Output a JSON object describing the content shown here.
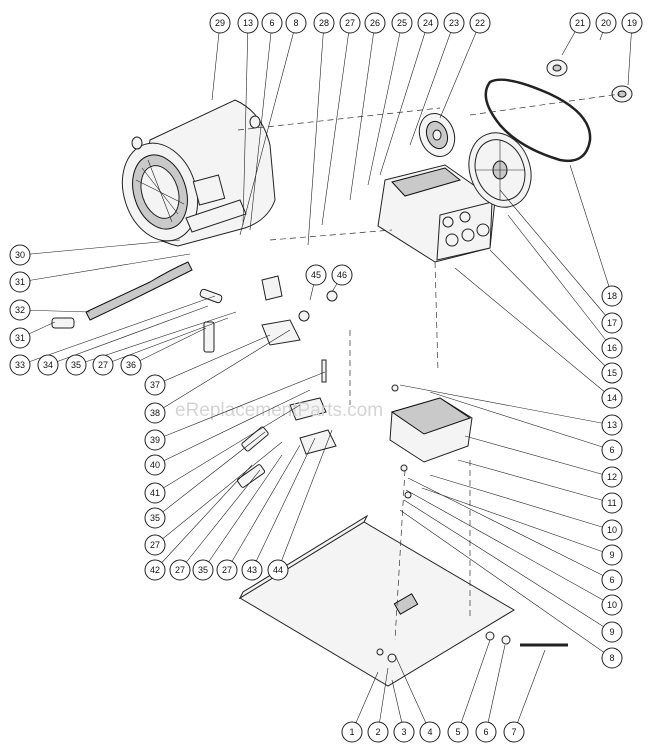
{
  "watermark": "eReplacementParts.com",
  "callouts": [
    {
      "id": "c-29a",
      "label": "29"
    },
    {
      "id": "c-13a",
      "label": "13"
    },
    {
      "id": "c-6a",
      "label": "6"
    },
    {
      "id": "c-8a",
      "label": "8"
    },
    {
      "id": "c-28",
      "label": "28"
    },
    {
      "id": "c-27a",
      "label": "27"
    },
    {
      "id": "c-26",
      "label": "26"
    },
    {
      "id": "c-25",
      "label": "25"
    },
    {
      "id": "c-24",
      "label": "24"
    },
    {
      "id": "c-23",
      "label": "23"
    },
    {
      "id": "c-22",
      "label": "22"
    },
    {
      "id": "c-21",
      "label": "21"
    },
    {
      "id": "c-20",
      "label": "20"
    },
    {
      "id": "c-19",
      "label": "19"
    },
    {
      "id": "c-30",
      "label": "30"
    },
    {
      "id": "c-31a",
      "label": "31"
    },
    {
      "id": "c-45",
      "label": "45"
    },
    {
      "id": "c-46",
      "label": "46"
    },
    {
      "id": "c-32",
      "label": "32"
    },
    {
      "id": "c-31b",
      "label": "31"
    },
    {
      "id": "c-18",
      "label": "18"
    },
    {
      "id": "c-17",
      "label": "17"
    },
    {
      "id": "c-33",
      "label": "33"
    },
    {
      "id": "c-34",
      "label": "34"
    },
    {
      "id": "c-35a",
      "label": "35"
    },
    {
      "id": "c-27b",
      "label": "27"
    },
    {
      "id": "c-36",
      "label": "36"
    },
    {
      "id": "c-16",
      "label": "16"
    },
    {
      "id": "c-15",
      "label": "15"
    },
    {
      "id": "c-37",
      "label": "37"
    },
    {
      "id": "c-14",
      "label": "14"
    },
    {
      "id": "c-38",
      "label": "38"
    },
    {
      "id": "c-13b",
      "label": "13"
    },
    {
      "id": "c-39",
      "label": "39"
    },
    {
      "id": "c-6b",
      "label": "6"
    },
    {
      "id": "c-40",
      "label": "40"
    },
    {
      "id": "c-12",
      "label": "12"
    },
    {
      "id": "c-41",
      "label": "41"
    },
    {
      "id": "c-11",
      "label": "11"
    },
    {
      "id": "c-35b",
      "label": "35"
    },
    {
      "id": "c-10a",
      "label": "10"
    },
    {
      "id": "c-27c",
      "label": "27"
    },
    {
      "id": "c-9a",
      "label": "9"
    },
    {
      "id": "c-42",
      "label": "42"
    },
    {
      "id": "c-27d",
      "label": "27"
    },
    {
      "id": "c-35c",
      "label": "35"
    },
    {
      "id": "c-27e",
      "label": "27"
    },
    {
      "id": "c-43",
      "label": "43"
    },
    {
      "id": "c-44",
      "label": "44"
    },
    {
      "id": "c-6c",
      "label": "6"
    },
    {
      "id": "c-10b",
      "label": "10"
    },
    {
      "id": "c-9b",
      "label": "9"
    },
    {
      "id": "c-8b",
      "label": "8"
    },
    {
      "id": "c-1",
      "label": "1"
    },
    {
      "id": "c-2",
      "label": "2"
    },
    {
      "id": "c-3",
      "label": "3"
    },
    {
      "id": "c-4",
      "label": "4"
    },
    {
      "id": "c-5",
      "label": "5"
    },
    {
      "id": "c-6d",
      "label": "6"
    },
    {
      "id": "c-7",
      "label": "7"
    }
  ]
}
